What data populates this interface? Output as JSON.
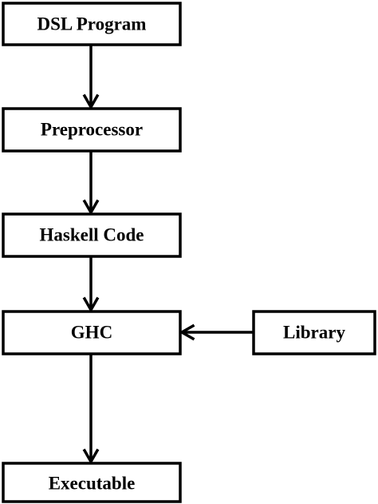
{
  "diagram": {
    "nodes": {
      "dsl_program": "DSL Program",
      "preprocessor": "Preprocessor",
      "haskell_code": "Haskell Code",
      "ghc": "GHC",
      "library": "Library",
      "executable": "Executable"
    },
    "edges": [
      {
        "from": "dsl_program",
        "to": "preprocessor"
      },
      {
        "from": "preprocessor",
        "to": "haskell_code"
      },
      {
        "from": "haskell_code",
        "to": "ghc"
      },
      {
        "from": "library",
        "to": "ghc"
      },
      {
        "from": "ghc",
        "to": "executable"
      }
    ],
    "colors": {
      "stroke": "#000000",
      "fill": "#ffffff"
    }
  }
}
